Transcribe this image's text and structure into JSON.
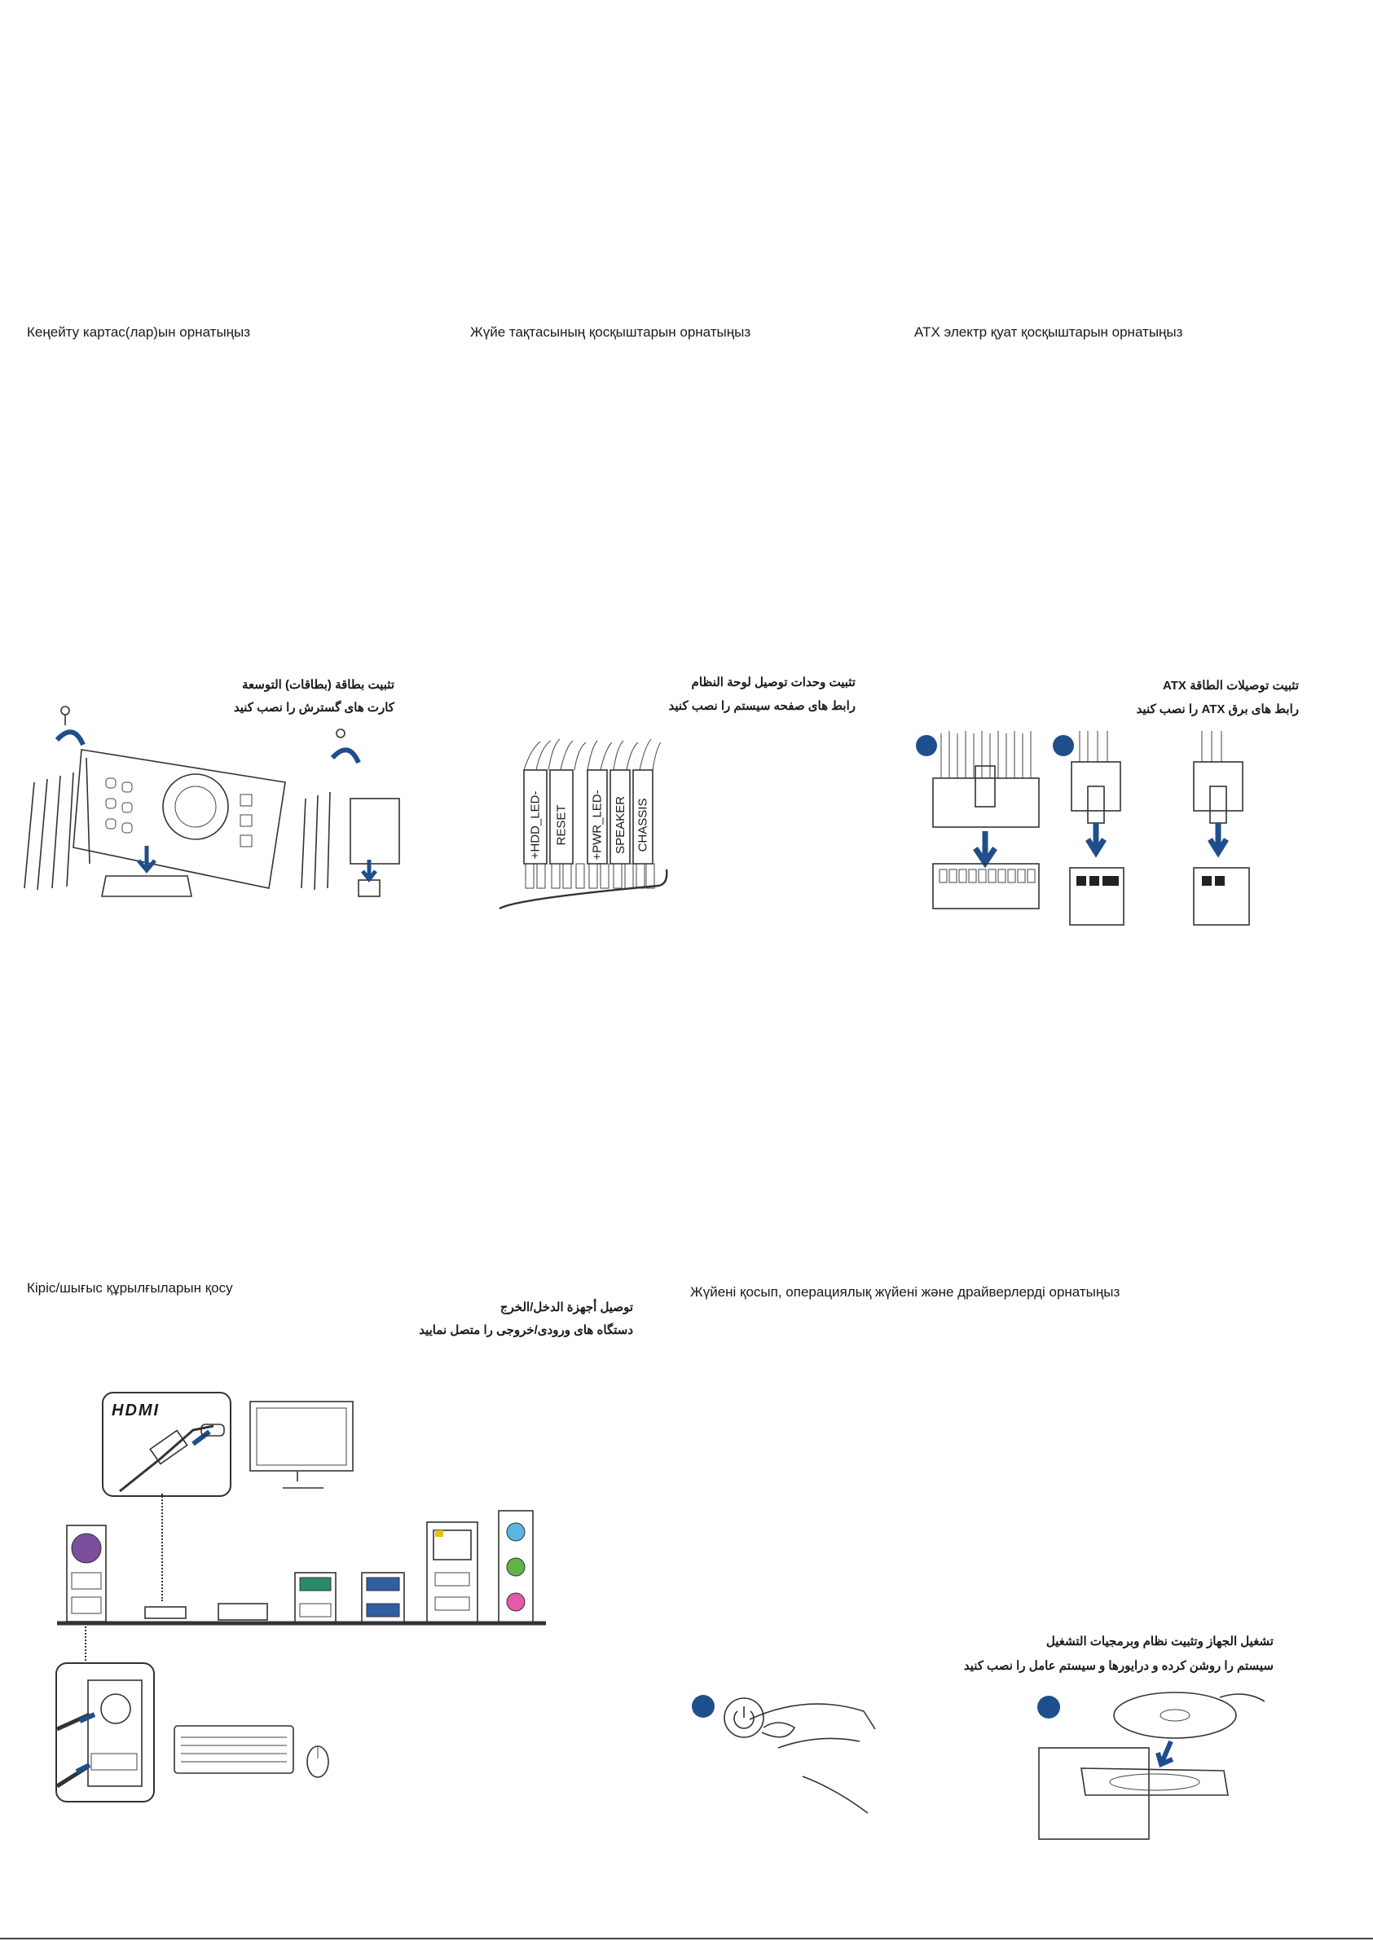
{
  "sections": {
    "expansion": {
      "heading_kz": "Кеңейту картас(лар)ын орнатыңыз",
      "heading_ar": "تثبيت بطاقة (بطاقات) التوسعة",
      "heading_fa": "کارت های گسترش را نصب کنید"
    },
    "system_panel": {
      "heading_kz": "Жүйе тақтасының қосқыштарын орнатыңыз",
      "heading_ar": "تثبيت وحدات توصيل لوحة النظام",
      "heading_fa": "رابط های صفحه سیستم را نصب کنید",
      "connector_labels": [
        "+HDD_LED-",
        "RESET",
        "+PWR_LED-",
        "SPEAKER",
        "CHASSIS"
      ]
    },
    "atx_power": {
      "heading_kz": "ATX электр қуат қосқыштарын орнатыңыз",
      "heading_ar": "تثبيت توصيلات الطاقة ATX",
      "heading_fa": "رابط های برق ATX را نصب کنید"
    },
    "io_devices": {
      "heading_kz": "Кіріс/шығыс құрылғыларын қосу",
      "heading_ar": "توصيل أجهزة الدخل/الخرج",
      "heading_fa": "دستگاه های ورودی/خروجی را متصل نمایید",
      "hdmi_logo": "HDMI"
    },
    "power_on": {
      "heading_kz": "Жүйені қосып, операциялық жүйені және драйверлерді орнатыңыз",
      "heading_ar": "تشغيل الجهاز وتثبيت نظام وبرمجيات التشغيل",
      "heading_fa": "سیستم را روشن کرده و درایورها و سیستم عامل را نصب کنید"
    }
  },
  "colors": {
    "step_badge": "#1f4e8c",
    "arrow_blue": "#1f4e8c",
    "line_art": "#333333"
  }
}
